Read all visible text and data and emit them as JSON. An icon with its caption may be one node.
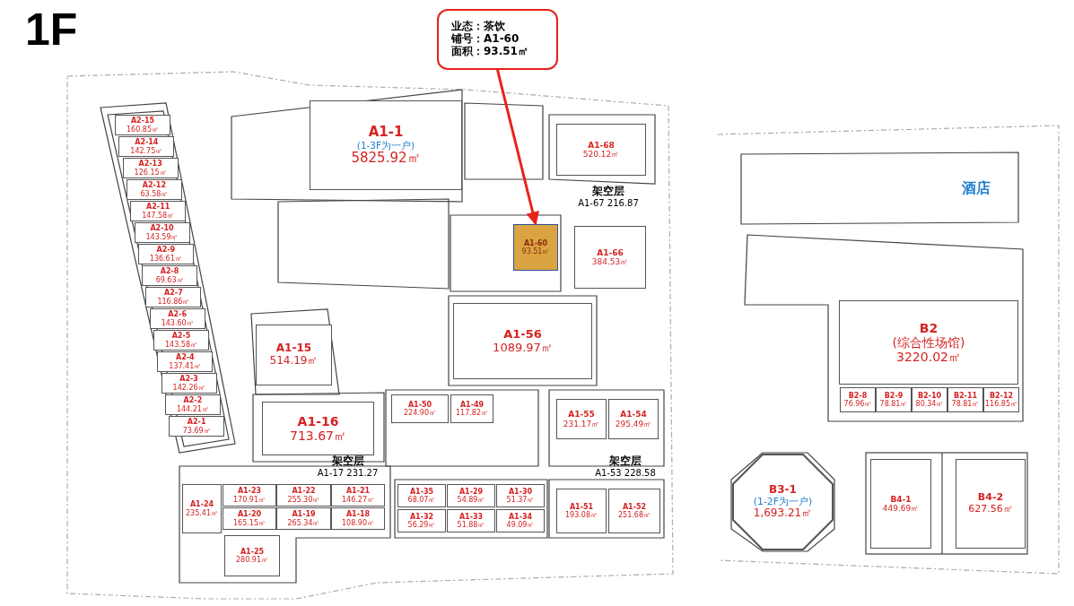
{
  "diagram": {
    "title": "1F",
    "nodes": [
      {
        "text": [
          "业态：茶饮",
          "铺号：A1-60",
          "面积：93.51㎡"
        ]
      },
      {
        "text": [
          "A1-60",
          "93.51㎡"
        ]
      },
      {
        "text": [
          "A1-1",
          "(1-3F为一户)",
          "5825.92㎡"
        ]
      },
      {
        "text": [
          "A1-68",
          "520.12㎡"
        ]
      },
      {
        "text": [
          "架空层",
          "A1-67 216.87"
        ]
      },
      {
        "text": [
          "A1-66",
          "384.53㎡"
        ]
      },
      {
        "text": [
          "A2-15",
          "160.85㎡"
        ]
      },
      {
        "text": [
          "A2-14",
          "142.75㎡"
        ]
      },
      {
        "text": [
          "A2-13",
          "126.15㎡"
        ]
      },
      {
        "text": [
          "A2-12",
          "63.58㎡"
        ]
      },
      {
        "text": [
          "A2-11",
          "147.58㎡"
        ]
      },
      {
        "text": [
          "A2-10",
          "143.59㎡"
        ]
      },
      {
        "text": [
          "A2-9",
          "136.61㎡"
        ]
      },
      {
        "text": [
          "A2-8",
          "69.63㎡"
        ]
      },
      {
        "text": [
          "A2-7",
          "116.86㎡"
        ]
      },
      {
        "text": [
          "A2-6",
          "143.60㎡"
        ]
      },
      {
        "text": [
          "A2-5",
          "143.58㎡"
        ]
      },
      {
        "text": [
          "A2-4",
          "137.41㎡"
        ]
      },
      {
        "text": [
          "A2-3",
          "142.26㎡"
        ]
      },
      {
        "text": [
          "A2-2",
          "144.21㎡"
        ]
      },
      {
        "text": [
          "A2-1",
          "73.69㎡"
        ]
      },
      {
        "text": [
          "A1-15",
          "514.19㎡"
        ]
      },
      {
        "text": [
          "A1-56",
          "1089.97㎡"
        ]
      },
      {
        "text": [
          "A1-16",
          "713.67㎡"
        ]
      },
      {
        "text": [
          "A1-50",
          "224.90㎡"
        ]
      },
      {
        "text": [
          "A1-49",
          "117.82㎡"
        ]
      },
      {
        "text": [
          "A1-55",
          "231.17㎡"
        ]
      },
      {
        "text": [
          "A1-54",
          "295.49㎡"
        ]
      },
      {
        "text": [
          "架空层",
          "A1-17 231.27"
        ]
      },
      {
        "text": [
          "架空层",
          "A1-53 228.58"
        ]
      },
      {
        "text": [
          "A1-24",
          "235.41㎡"
        ]
      },
      {
        "text": [
          "A1-23",
          "170.91㎡"
        ]
      },
      {
        "text": [
          "A1-22",
          "255.30㎡"
        ]
      },
      {
        "text": [
          "A1-21",
          "146.27㎡"
        ]
      },
      {
        "text": [
          "A1-20",
          "165.15㎡"
        ]
      },
      {
        "text": [
          "A1-19",
          "265.34㎡"
        ]
      },
      {
        "text": [
          "A1-18",
          "108.90㎡"
        ]
      },
      {
        "text": [
          "A1-25",
          "280.91㎡"
        ]
      },
      {
        "text": [
          "A1-35",
          "68.07㎡"
        ]
      },
      {
        "text": [
          "A1-29",
          "54.89㎡"
        ]
      },
      {
        "text": [
          "A1-30",
          "51.37㎡"
        ]
      },
      {
        "text": [
          "A1-32",
          "56.29㎡"
        ]
      },
      {
        "text": [
          "A1-33",
          "51.88㎡"
        ]
      },
      {
        "text": [
          "A1-34",
          "49.09㎡"
        ]
      },
      {
        "text": [
          "A1-51",
          "193.08㎡"
        ]
      },
      {
        "text": [
          "A1-52",
          "251.68㎡"
        ]
      },
      {
        "text": [
          "酒店"
        ]
      },
      {
        "text": [
          "B2",
          "(综合性场馆)",
          "3220.02㎡"
        ]
      },
      {
        "text": [
          "B2-8",
          "76.96㎡"
        ]
      },
      {
        "text": [
          "B2-9",
          "78.81㎡"
        ]
      },
      {
        "text": [
          "B2-10",
          "80.34㎡"
        ]
      },
      {
        "text": [
          "B2-11",
          "78.81㎡"
        ]
      },
      {
        "text": [
          "B2-12",
          "116.85㎡"
        ]
      },
      {
        "text": [
          "B3-1",
          "(1-2F为一户)",
          "1,693.21㎡"
        ]
      },
      {
        "text": [
          "B4-1",
          "449.69㎡"
        ]
      },
      {
        "text": [
          "B4-2",
          "627.56㎡"
        ]
      }
    ],
    "edges": [
      {
        "from": 0,
        "to": 1,
        "arrow": "to",
        "color": "#e8211a"
      }
    ]
  }
}
